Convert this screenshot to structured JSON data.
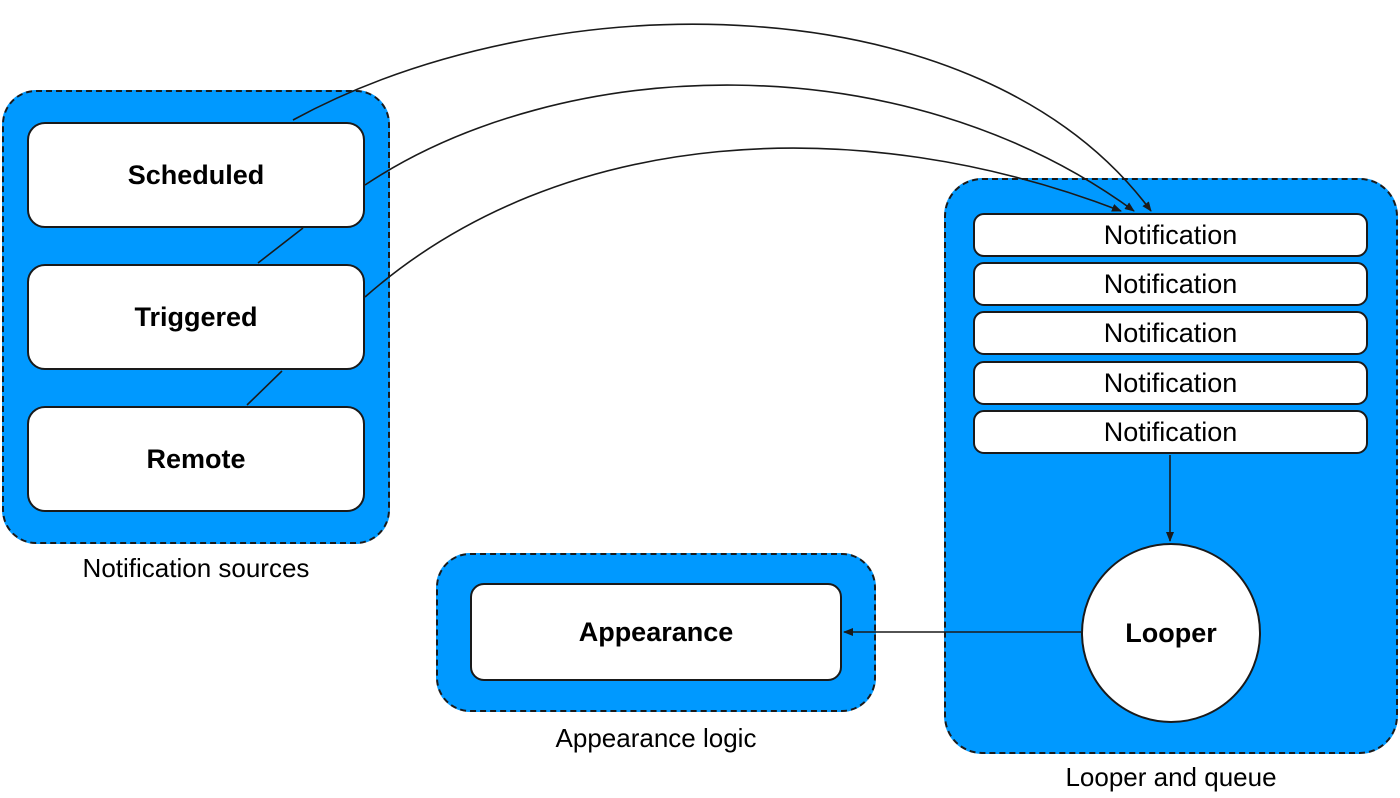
{
  "groups": {
    "sources": {
      "caption": "Notification sources",
      "items": [
        "Scheduled",
        "Triggered",
        "Remote"
      ]
    },
    "appearance": {
      "caption": "Appearance logic",
      "item": "Appearance"
    },
    "looper_queue": {
      "caption": "Looper and queue",
      "queue": [
        "Notification",
        "Notification",
        "Notification",
        "Notification",
        "Notification"
      ],
      "looper": "Looper"
    }
  },
  "colors": {
    "group_fill": "#0099FF",
    "stroke": "#1a1a1a",
    "box_fill": "#ffffff"
  }
}
